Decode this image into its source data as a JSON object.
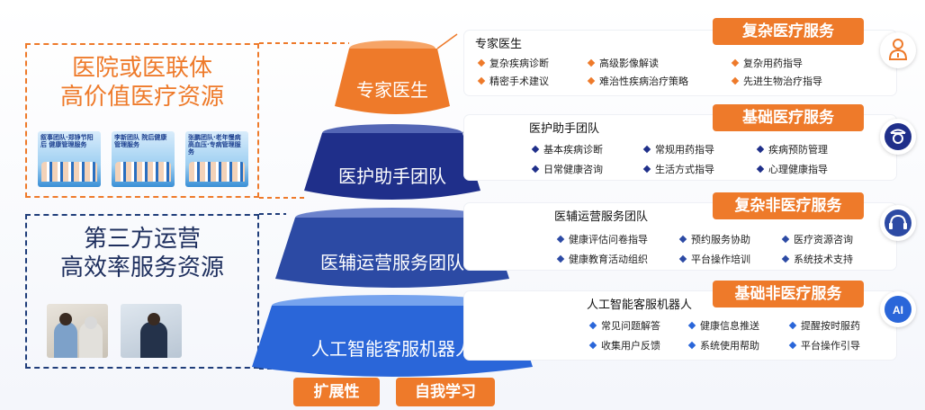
{
  "left": {
    "top_title_line1": "医院或医联体",
    "top_title_line2": "高价值医疗资源",
    "bottom_title_line1": "第三方运营",
    "bottom_title_line2": "高效率服务资源",
    "posters": [
      {
        "caption": "叙事团队·郑铮节阳后 健康管理服务"
      },
      {
        "caption": "李新团队 院后健康管理服务"
      },
      {
        "caption": "张鹏团队·老年慢病 高血压·专病管理服务"
      }
    ]
  },
  "pyramid": {
    "tiers": [
      "专家医生",
      "医护助手团队",
      "医辅运营服务团队",
      "人工智能客服机器人"
    ],
    "colors": [
      "#ee7a2a",
      "#1f2f8a",
      "#2c4aa4",
      "#2a66d9"
    ]
  },
  "panels": [
    {
      "title": "专家医生",
      "badge": "复杂医疗服务",
      "icon": "doctor-icon",
      "dot_color": "#ee7a2a",
      "items": [
        "复杂疾病诊断",
        "高级影像解读",
        "复杂用药指导",
        "精密手术建议",
        "难治性疾病治疗策略",
        "先进生物治疗指导"
      ]
    },
    {
      "title": "医护助手团队",
      "badge": "基础医疗服务",
      "icon": "nurse-icon",
      "dot_color": "#1f2f8a",
      "items": [
        "基本疾病诊断",
        "常规用药指导",
        "疾病预防管理",
        "日常健康咨询",
        "生活方式指导",
        "心理健康指导"
      ]
    },
    {
      "title": "医辅运营服务团队",
      "badge": "复杂非医疗服务",
      "icon": "headset-icon",
      "dot_color": "#2c4aa4",
      "items": [
        "健康评估问卷指导",
        "预约服务协助",
        "医疗资源咨询",
        "健康教育活动组织",
        "平台操作培训",
        "系统技术支持"
      ]
    },
    {
      "title": "人工智能客服机器人",
      "badge": "基础非医疗服务",
      "icon": "ai-icon",
      "dot_color": "#2a66d9",
      "items": [
        "常见问题解答",
        "健康信息推送",
        "提醒按时服药",
        "收集用户反馈",
        "系统使用帮助",
        "平台操作引导"
      ]
    }
  ],
  "bottom_buttons": [
    "扩展性",
    "自我学习"
  ]
}
